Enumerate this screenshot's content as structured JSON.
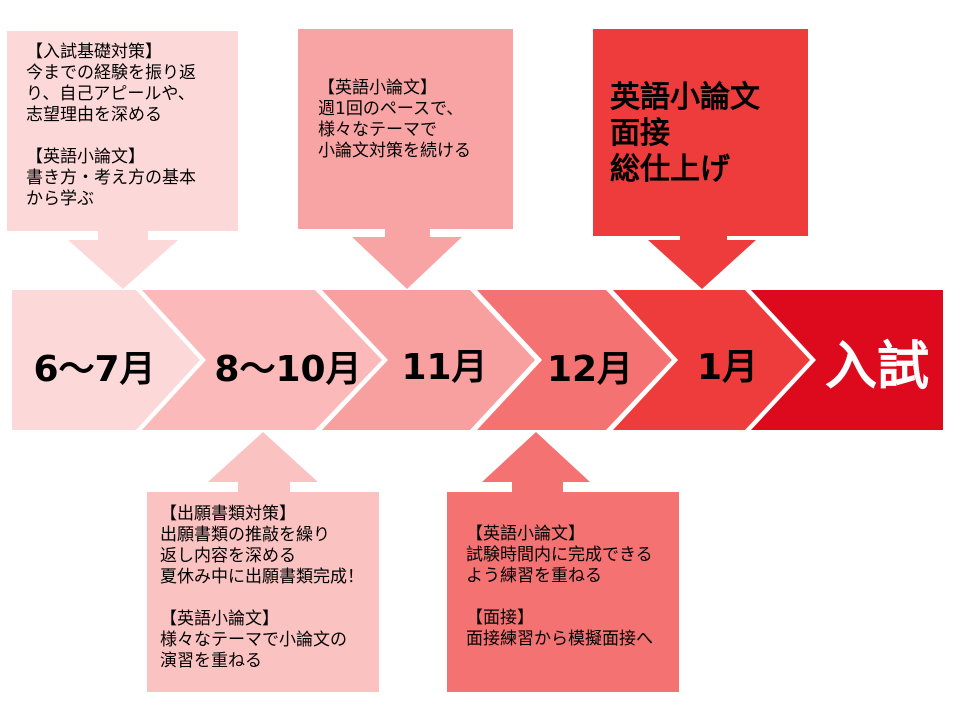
{
  "phases": [
    {
      "label": "6～7月",
      "color": "#fdd8d8"
    },
    {
      "label": "8～10月",
      "color": "#fbb9b9"
    },
    {
      "label": "11月",
      "color": "#f89f9f"
    },
    {
      "label": "12月",
      "color": "#f47272"
    },
    {
      "label": "1月",
      "color": "#ee3b3b"
    },
    {
      "label": "入試",
      "color": "#dd0a1e",
      "text_color": "#ffffff"
    }
  ],
  "callouts": {
    "jun_jul": {
      "color": "#fdd8d8",
      "text": "【入試基礎対策】\n今までの経験を振り返\nり、自己アピールや、\n志望理由を深める\n\n【英語小論文】\n書き方・考え方の基本\nから学ぶ"
    },
    "nov": {
      "color": "#f9a4a4",
      "text": "【英語小論文】\n週1回のペースで、\n様々なテーマで\n小論文対策を続ける"
    },
    "jan": {
      "color": "#ee3b3b",
      "text": "英語小論文\n面接\n総仕上げ"
    },
    "aug_oct": {
      "color": "#fbc2c2",
      "text": "【出願書類対策】\n出願書類の推敲を繰り\n返し内容を深める\n夏休み中に出願書類完成！\n\n【英語小論文】\n様々なテーマで小論文の\n演習を重ねる"
    },
    "dec": {
      "color": "#f47272",
      "text": "【英語小論文】\n試験時間内に完成できる\nよう練習を重ねる\n\n【面接】\n面接練習から模擬面接へ"
    }
  }
}
